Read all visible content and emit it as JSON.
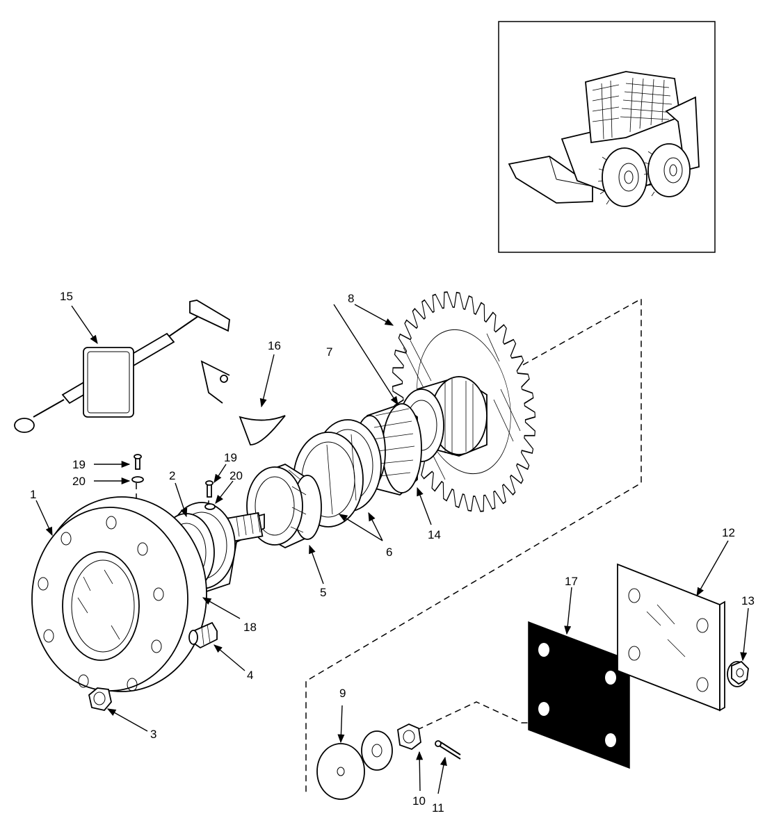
{
  "callouts": {
    "c1": "1",
    "c2": "2",
    "c3": "3",
    "c4": "4",
    "c5": "5",
    "c6": "6",
    "c7": "7",
    "c8": "8",
    "c9": "9",
    "c10": "10",
    "c11": "11",
    "c12": "12",
    "c13": "13",
    "c14": "14",
    "c15": "15",
    "c16": "16",
    "c17": "17",
    "c18": "18",
    "c19a": "19",
    "c20a": "20",
    "c19b": "19",
    "c20b": "20"
  },
  "colors": {
    "line": "#000000",
    "background": "#ffffff",
    "gasket": "#000000"
  }
}
